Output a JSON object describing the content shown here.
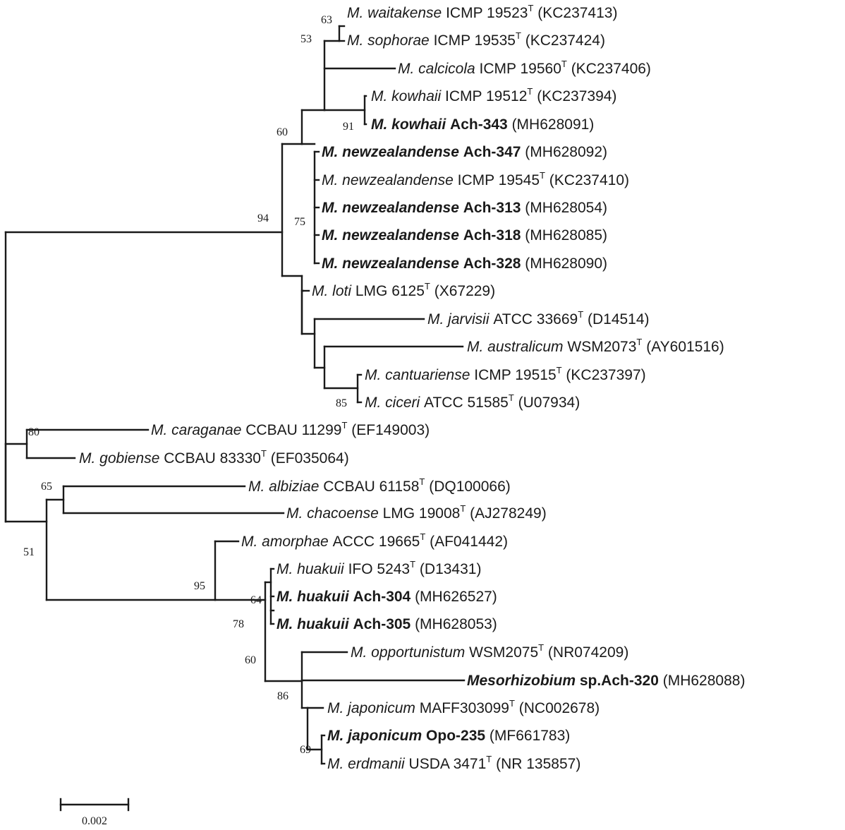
{
  "tree": {
    "taxa": [
      {
        "genus": "M.",
        "species": "waitakense",
        "strain": "ICMP 19523",
        "type": "T",
        "acc": "(KC237413)",
        "bold": false
      },
      {
        "genus": "M.",
        "species": "sophorae",
        "strain": "ICMP 19535",
        "type": "T",
        "acc": "(KC237424)",
        "bold": false
      },
      {
        "genus": "M.",
        "species": "calcicola",
        "strain": "ICMP 19560",
        "type": "T",
        "acc": "(KC237406)",
        "bold": false
      },
      {
        "genus": "M.",
        "species": "kowhaii",
        "strain": "ICMP 19512",
        "type": "T",
        "acc": "(KC237394)",
        "bold": false
      },
      {
        "genus": "M.",
        "species": "kowhaii",
        "strain": "Ach-343",
        "type": "",
        "acc": "(MH628091)",
        "bold": true
      },
      {
        "genus": "M.",
        "species": "newzealandense",
        "strain": "Ach-347",
        "type": "",
        "acc": "(MH628092)",
        "bold": true
      },
      {
        "genus": "M.",
        "species": "newzealandense",
        "strain": "ICMP 19545",
        "type": "T",
        "acc": "(KC237410)",
        "bold": false
      },
      {
        "genus": "M.",
        "species": "newzealandense",
        "strain": "Ach-313",
        "type": "",
        "acc": "(MH628054)",
        "bold": true
      },
      {
        "genus": "M.",
        "species": "newzealandense",
        "strain": "Ach-318",
        "type": "",
        "acc": "(MH628085)",
        "bold": true
      },
      {
        "genus": "M.",
        "species": "newzealandense",
        "strain": "Ach-328",
        "type": "",
        "acc": "(MH628090)",
        "bold": true
      },
      {
        "genus": "M.",
        "species": "loti",
        "strain": "LMG 6125",
        "type": "T",
        "acc": "(X67229)",
        "bold": false
      },
      {
        "genus": "M.",
        "species": "jarvisii",
        "strain": "ATCC 33669",
        "type": "T",
        "acc": "(D14514)",
        "bold": false
      },
      {
        "genus": "M.",
        "species": "australicum",
        "strain": "WSM2073",
        "type": "T",
        "acc": "(AY601516)",
        "bold": false
      },
      {
        "genus": "M.",
        "species": "cantuariense",
        "strain": "ICMP 19515",
        "type": "T",
        "acc": "(KC237397)",
        "bold": false
      },
      {
        "genus": "M.",
        "species": "ciceri",
        "strain": "ATCC 51585",
        "type": "T",
        "acc": "(U07934)",
        "bold": false
      },
      {
        "genus": "M.",
        "species": "caraganae",
        "strain": "CCBAU 11299",
        "type": "T",
        "acc": "(EF149003)",
        "bold": false
      },
      {
        "genus": "M.",
        "species": "gobiense",
        "strain": "CCBAU 83330",
        "type": "T",
        "acc": "(EF035064)",
        "bold": false
      },
      {
        "genus": "M.",
        "species": "albiziae",
        "strain": "CCBAU 61158",
        "type": "T",
        "acc": "(DQ100066)",
        "bold": false
      },
      {
        "genus": "M.",
        "species": "chacoense",
        "strain": "LMG 19008",
        "type": "T",
        "acc": "(AJ278249)",
        "bold": false
      },
      {
        "genus": "M.",
        "species": "amorphae",
        "strain": "ACCC 19665",
        "type": "T",
        "acc": "(AF041442)",
        "bold": false
      },
      {
        "genus": "M.",
        "species": "huakuii",
        "strain": "IFO 5243",
        "type": "T",
        "acc": "(D13431)",
        "bold": false
      },
      {
        "genus": "M.",
        "species": "huakuii",
        "strain": "Ach-304",
        "type": "",
        "acc": "(MH626527)",
        "bold": true
      },
      {
        "genus": "M.",
        "species": "huakuii",
        "strain": "Ach-305",
        "type": "",
        "acc": "(MH628053)",
        "bold": true
      },
      {
        "genus": "M.",
        "species": "opportunistum",
        "strain": "WSM2075",
        "type": "T",
        "acc": "(NR074209)",
        "bold": false
      },
      {
        "genus": "",
        "species": "Mesorhizobium",
        "strain": "sp.Ach-320",
        "type": "",
        "acc": "(MH628088)",
        "bold": true
      },
      {
        "genus": "M.",
        "species": "japonicum",
        "strain": "MAFF303099",
        "type": "T",
        "acc": "(NC002678)",
        "bold": false
      },
      {
        "genus": "M.",
        "species": "japonicum",
        "strain": "Opo-235",
        "type": "",
        "acc": "(MF661783)",
        "bold": true
      },
      {
        "genus": "M.",
        "species": "erdmanii",
        "strain": "USDA 3471",
        "type": "T",
        "acc": "(NR 135857)",
        "bold": false
      }
    ],
    "bootstraps": [
      "63",
      "53",
      "91",
      "60",
      "75",
      "94",
      "85",
      "80",
      "65",
      "51",
      "95",
      "64",
      "78",
      "60",
      "86",
      "69"
    ],
    "scale_bar": {
      "label": "0.002"
    }
  }
}
